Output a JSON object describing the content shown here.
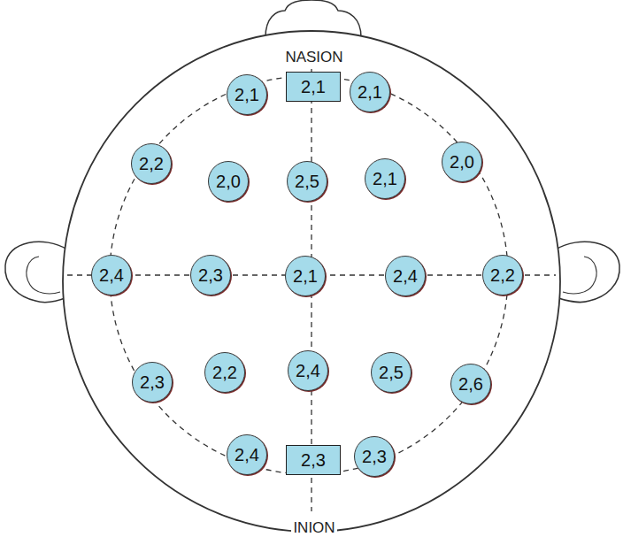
{
  "diagram": {
    "nodes": [
      {
        "text": [
          "2,1"
        ]
      },
      {
        "text": [
          "2,1"
        ]
      },
      {
        "text": [
          "2,1"
        ]
      },
      {
        "text": [
          "2,2"
        ]
      },
      {
        "text": [
          "2,0"
        ]
      },
      {
        "text": [
          "2,5"
        ]
      },
      {
        "text": [
          "2,1"
        ]
      },
      {
        "text": [
          "2,0"
        ]
      },
      {
        "text": [
          "2,4"
        ]
      },
      {
        "text": [
          "2,3"
        ]
      },
      {
        "text": [
          "2,1"
        ]
      },
      {
        "text": [
          "2,4"
        ]
      },
      {
        "text": [
          "2,2"
        ]
      },
      {
        "text": [
          "2,3"
        ]
      },
      {
        "text": [
          "2,2"
        ]
      },
      {
        "text": [
          "2,4"
        ]
      },
      {
        "text": [
          "2,5"
        ]
      },
      {
        "text": [
          "2,6"
        ]
      },
      {
        "text": [
          "2,4"
        ]
      },
      {
        "text": [
          "2,3"
        ]
      },
      {
        "text": [
          "2,3"
        ]
      }
    ],
    "labels": [
      "NASION",
      "INION"
    ]
  }
}
